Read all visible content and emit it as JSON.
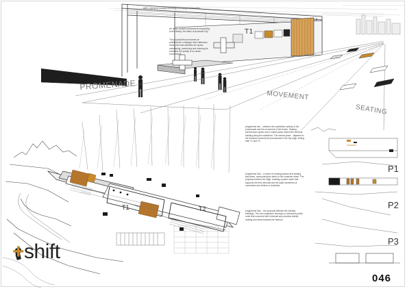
{
  "title": {
    "plus": "+",
    "word": "shift"
  },
  "panel_number": "046",
  "perspective": {
    "labels": {
      "promenade": "PROMENADE",
      "movement": "MOVEMENT",
      "seating": "SEATING",
      "t1": "T1"
    }
  },
  "plan": {
    "labels": {
      "t1": "T1",
      "t2": "T2"
    }
  },
  "sections": {
    "labels": [
      "P1",
      "P2",
      "P3"
    ]
  },
  "text_blocks": {
    "intro_heading": "shift: a dynamic transient exchange of change & interaction",
    "intro_para1": "An urban cultural environment responding to the history, the fabric of Auckland City.",
    "intro_para2": "The proposal thus becomes an architectural, a dialogue that addresses, transforms and activates the space, maintaining, preserving and restoring its essential, the quality of an urban environment.",
    "col_mid": "programme ties ...between the pedestrian activity of the promenade and the movement of the ferries. Seating, performance space and a market place extend the terminal building along the waterfront. The central plaza ...adjacent to the terminal connects the promenade to the city edge, linking both T1 and T2.",
    "col_low": "programme flow ...a series of reading spaces and seating structures, repurposing the fabric of the container wharf. The proposal reforms the edge, creating a public realm that supports the ferry terminal and the daily movement of commuters and visitors to Auckland.",
    "col_bottom": "programme flow ...the proposal rethinks the existing buildings. The new expansion develops a continuous public route that connects both terminals and provides shelter, seating and views towards the harbour."
  },
  "colors": {
    "accent": "#c98b2a",
    "wood": "#b5752b",
    "ink": "#222222",
    "line": "#555555"
  }
}
